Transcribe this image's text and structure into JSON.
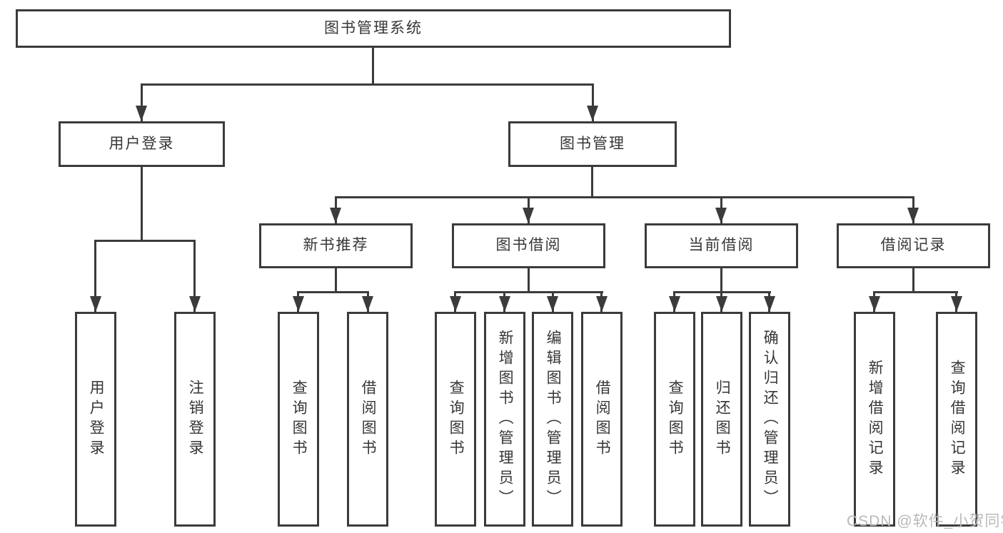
{
  "diagram": {
    "root_label": "图书管理系统",
    "branches": [
      {
        "label": "用户登录",
        "children": [
          "用户登录",
          "注销登录"
        ]
      },
      {
        "label": "图书管理",
        "groups": [
          {
            "label": "新书推荐",
            "children": [
              "查询图书",
              "借阅图书"
            ]
          },
          {
            "label": "图书借阅",
            "children": [
              "查询图书",
              "新增图书（管理员）",
              "编辑图书（管理员）",
              "借阅图书"
            ]
          },
          {
            "label": "当前借阅",
            "children": [
              "查询图书",
              "归还图书",
              "确认归还（管理员）"
            ]
          },
          {
            "label": "借阅记录",
            "children": [
              "新增借阅记录",
              "查询借阅记录"
            ]
          }
        ]
      }
    ]
  },
  "watermark": {
    "text": "CSDN @软件_小贺同学"
  },
  "colors": {
    "line": "#3b3b3b",
    "box_border": "#3b3b3b",
    "text": "#363636",
    "watermark_text": "#b9b9b9",
    "background": "#ffffff"
  }
}
